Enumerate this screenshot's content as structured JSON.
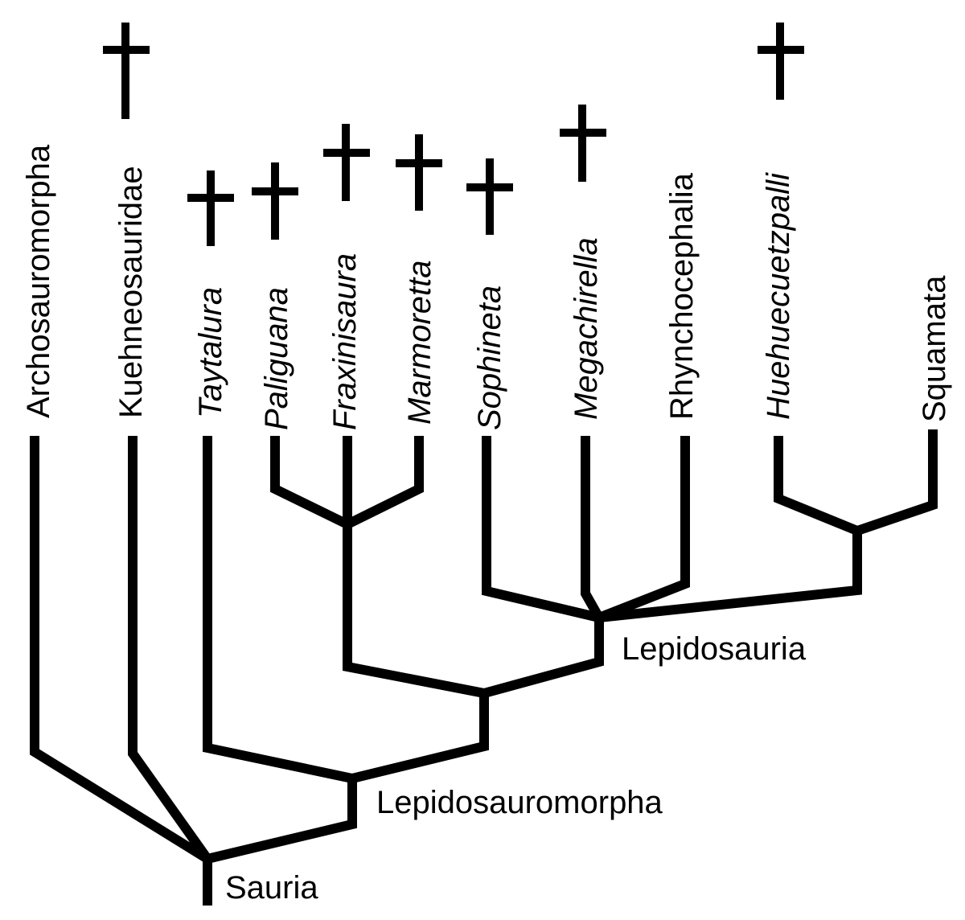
{
  "taxa": [
    {
      "name": "Archosauromorpha",
      "italic": false,
      "extinct": false
    },
    {
      "name": "Kuehneosauridae",
      "italic": false,
      "extinct": true
    },
    {
      "name": "Taytalura",
      "italic": true,
      "extinct": true
    },
    {
      "name": "Paliguana",
      "italic": true,
      "extinct": true
    },
    {
      "name": "Fraxinisaura",
      "italic": true,
      "extinct": true
    },
    {
      "name": "Marmoretta",
      "italic": true,
      "extinct": true
    },
    {
      "name": "Sophineta",
      "italic": true,
      "extinct": true
    },
    {
      "name": "Megachirella",
      "italic": true,
      "extinct": true
    },
    {
      "name": "Rhynchocephalia",
      "italic": false,
      "extinct": false
    },
    {
      "name": "Huehuecuetzpalli",
      "italic": true,
      "extinct": true
    },
    {
      "name": "Squamata",
      "italic": false,
      "extinct": false
    }
  ],
  "clades": {
    "sauria": "Sauria",
    "lepidosauromorpha": "Lepidosauromorpha",
    "lepidosauria": "Lepidosauria"
  }
}
